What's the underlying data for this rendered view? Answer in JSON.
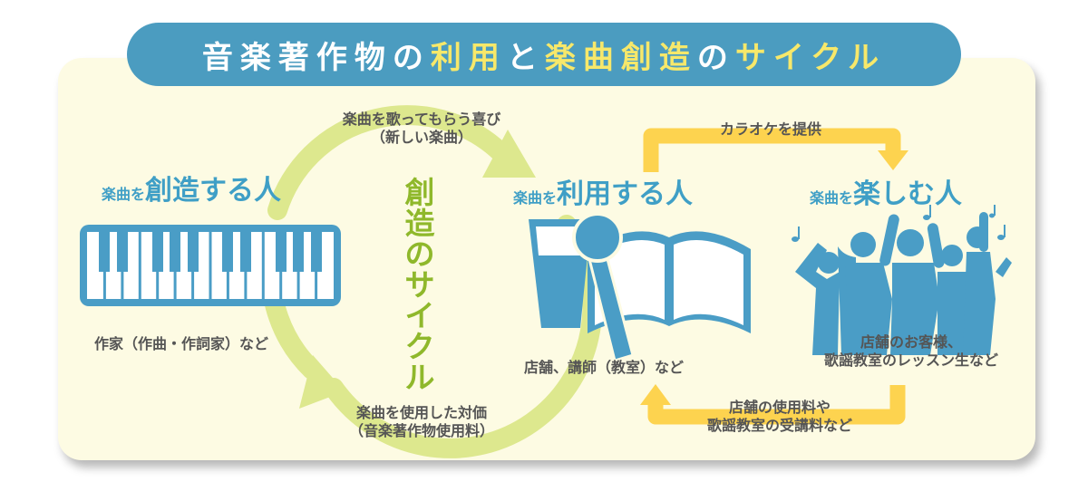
{
  "title": {
    "parts": [
      "音楽著作物の",
      "利用",
      "と",
      "楽曲創造",
      "の",
      "サイクル"
    ]
  },
  "colors": {
    "banner": "#4b9cc0",
    "highlight": "#f7e86a",
    "heading": "#3f9fc6",
    "cycle": "#dde88e",
    "cycle_text": "#8fb82b",
    "arrow": "#fdd34f",
    "figure": "#4a9dc6"
  },
  "creator": {
    "heading_small": "楽曲を",
    "heading_large": "創造する人",
    "caption": "作家（作曲・作詞家）など",
    "icon": "piano-keyboard-icon"
  },
  "user": {
    "heading_small": "楽曲を",
    "heading_large": "利用する人",
    "caption": "店舗、講師（教室）など",
    "icons": [
      "beer-glass-icon",
      "microphone-icon",
      "open-book-icon"
    ]
  },
  "enjoyer": {
    "heading_small": "楽曲を",
    "heading_large": "楽しむ人",
    "caption_lines": [
      "店舗のお客様、",
      "歌謡教室のレッスン生など"
    ],
    "icon": "singing-crowd-icon"
  },
  "cycle": {
    "vertical_text": [
      "創",
      "造",
      "の",
      "サ",
      "イ",
      "ク",
      "ル"
    ],
    "top_label_lines": [
      "楽曲を歌ってもらう喜び",
      "（新しい楽曲）"
    ],
    "bottom_label_lines": [
      "楽曲を使用した対価",
      "（音楽著作物使用料）"
    ]
  },
  "flows": {
    "karaoke_label": "カラオケを提供",
    "fee_label_lines": [
      "店舗の使用料や",
      "歌謡教室の受講料など"
    ]
  }
}
